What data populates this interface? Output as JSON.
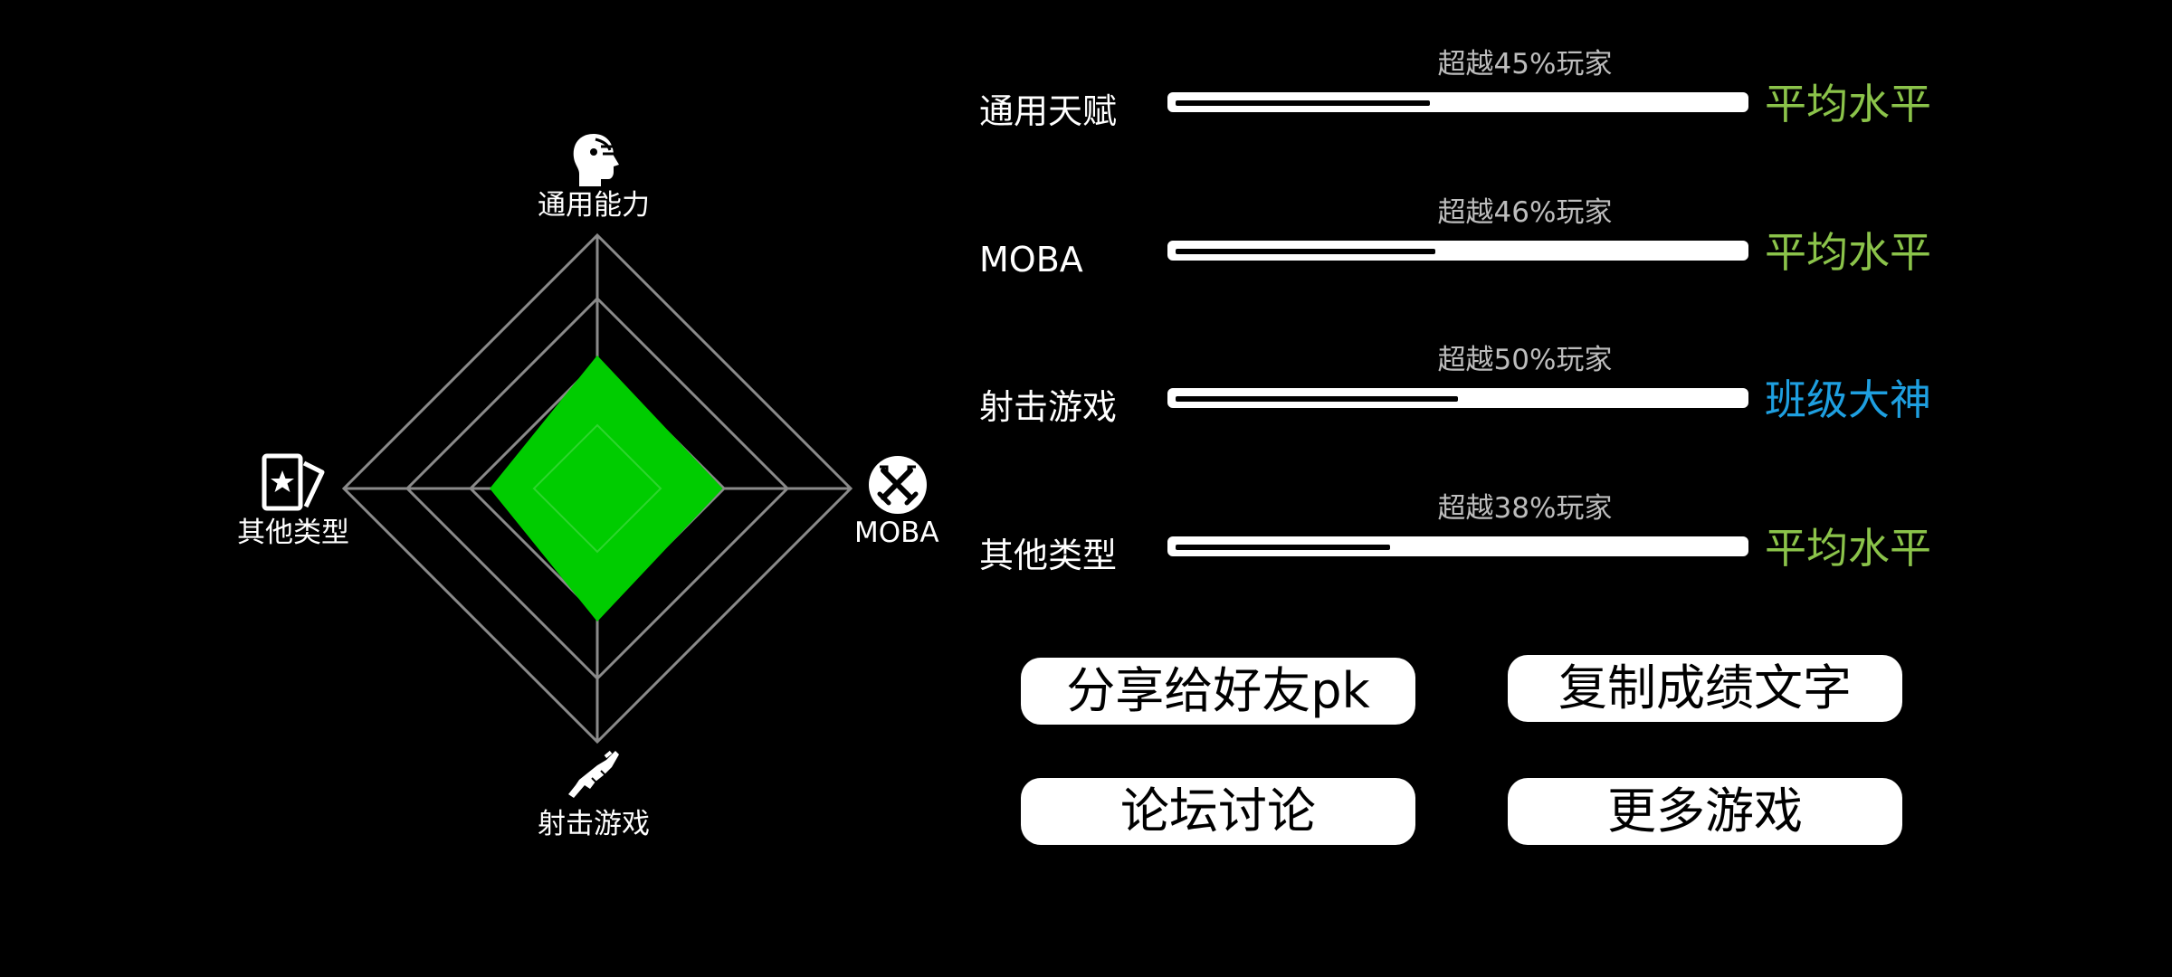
{
  "radar": {
    "axes": [
      {
        "key": "top",
        "label": "通用能力",
        "icon": "head-profile-icon",
        "value": 0.52
      },
      {
        "key": "right",
        "label": "MOBA",
        "icon": "crossed-swords-icon",
        "value": 0.49
      },
      {
        "key": "bottom",
        "label": "射击游戏",
        "icon": "rifle-icon",
        "value": 0.52
      },
      {
        "key": "left",
        "label": "其他类型",
        "icon": "star-card-icon",
        "value": 0.42
      }
    ],
    "fill_color": "#00cc00",
    "grid_color": "#8a8a8a"
  },
  "stats": [
    {
      "name": "通用天赋",
      "percent_text": "超越45%玩家",
      "percent": 45,
      "level": "平均水平",
      "level_color": "#8bc34a"
    },
    {
      "name": "MOBA",
      "percent_text": "超越46%玩家",
      "percent": 46,
      "level": "平均水平",
      "level_color": "#8bc34a"
    },
    {
      "name": "射击游戏",
      "percent_text": "超越50%玩家",
      "percent": 50,
      "level": "班级大神",
      "level_color": "#1e9fe0"
    },
    {
      "name": "其他类型",
      "percent_text": "超越38%玩家",
      "percent": 38,
      "level": "平均水平",
      "level_color": "#8bc34a"
    }
  ],
  "buttons": {
    "share": "分享给好友pk",
    "copy": "复制成绩文字",
    "forum": "论坛讨论",
    "more": "更多游戏"
  }
}
